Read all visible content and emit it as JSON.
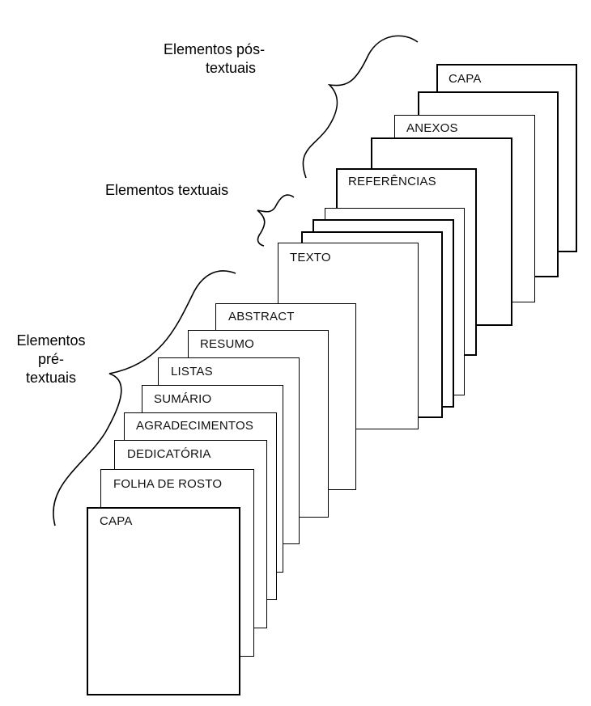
{
  "groups": {
    "post": [
      "Elementos pós-",
      "textuais"
    ],
    "textual": "Elementos textuais",
    "pre": [
      "Elementos",
      "pré-",
      "textuais"
    ]
  },
  "pages": {
    "capa_back": "CAPA",
    "anexos": "ANEXOS",
    "referencias": "REFERÊNCIAS",
    "texto": "TEXTO",
    "abstract": "ABSTRACT",
    "resumo": "RESUMO",
    "listas": "LISTAS",
    "sumario": "SUMÁRIO",
    "agradecimentos": "AGRADECIMENTOS",
    "dedicatoria": "DEDICATÓRIA",
    "folha_de_rosto": "FOLHA DE ROSTO",
    "capa_front": "CAPA"
  }
}
